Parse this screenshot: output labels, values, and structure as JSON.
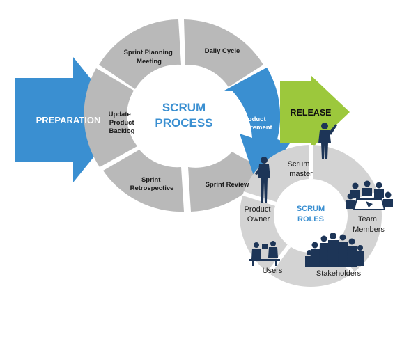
{
  "preparation": "PREPARATION",
  "release": "RELEASE",
  "process": {
    "title_line1": "SCRUM",
    "title_line2": "PROCESS",
    "segments": {
      "sprint_planning": [
        "Sprint Planning",
        "Meeting"
      ],
      "daily_cycle": [
        "Daily Cycle"
      ],
      "product_increment": [
        "Product",
        "Increment"
      ],
      "sprint_review": [
        "Sprint Review"
      ],
      "sprint_retrospective": [
        "Sprint",
        "Retrospective"
      ],
      "update_backlog": [
        "Update",
        "Product",
        "Backlog"
      ]
    }
  },
  "roles": {
    "title_line1": "SCRUM",
    "title_line2": "ROLES",
    "scrum_master": [
      "Scrum",
      "master"
    ],
    "team_members": [
      "Team",
      "Members"
    ],
    "stakeholders": [
      "Stakeholders"
    ],
    "users": [
      "Users"
    ],
    "product_owner": [
      "Product",
      "Owner"
    ]
  },
  "colors": {
    "segment_gray": "#b9b9b9",
    "blue": "#3a8fd1",
    "green": "#9cc83c",
    "roles_gray": "#d3d3d3",
    "figure_navy": "#1d3557"
  },
  "icons": [
    "person-figure-icon",
    "team-meeting-icon",
    "crowd-icon",
    "desk-users-icon"
  ]
}
